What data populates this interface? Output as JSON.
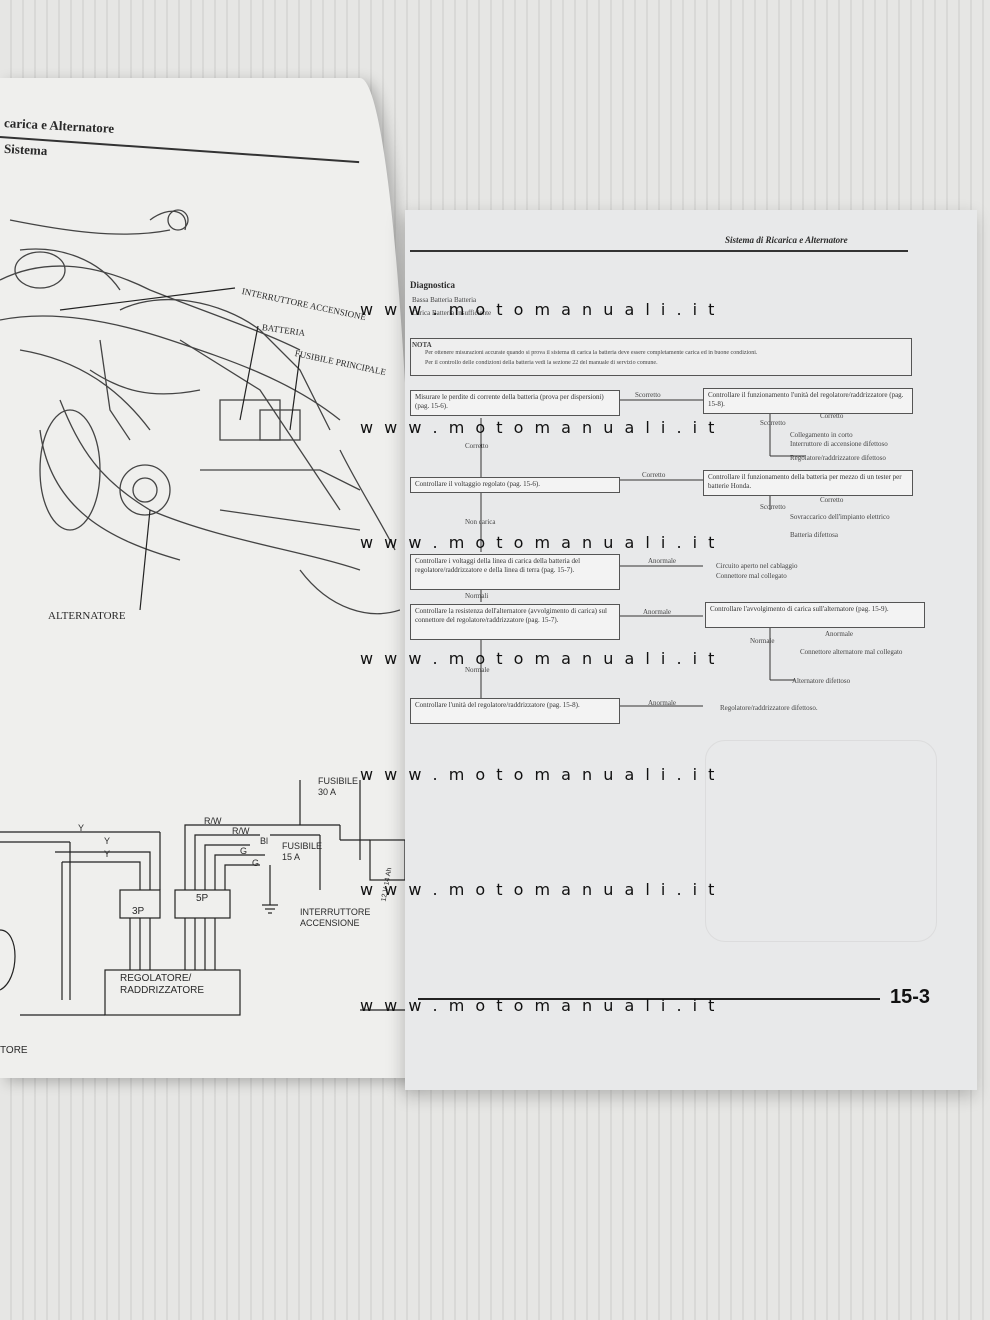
{
  "left_page": {
    "header_title": "carica e Alternatore",
    "section_title": "Sistema",
    "labels": {
      "ignition_switch": "INTERRUTTORE ACCENSIONE",
      "battery": "BATTERIA",
      "main_fuse": "FUSIBILE PRINCIPALE",
      "alternator": "ALTERNATORE"
    },
    "schematic": {
      "fuse30": "FUSIBILE",
      "fuse30_value": "30 A",
      "fuse15": "FUSIBILE",
      "fuse15_value": "15 A",
      "ignition_a": "INTERRUTTORE",
      "ignition_b": "ACCENSIONE",
      "regulator_a": "REGOLATORE/",
      "regulator_b": "RADDRIZZATORE",
      "conn3p": "3P",
      "conn5p": "5P",
      "wire_y": "Y",
      "wire_rw": "R/W",
      "wire_bl": "Bl",
      "wire_g": "G",
      "battery_spec": "12 V 14 Ah",
      "bottom_fragment": "TORE"
    }
  },
  "right_page": {
    "header_title": "Sistema di Ricarica e Alternatore",
    "section_title": "Diagnostica",
    "sub1": "Bassa Batteria Batteria",
    "sub2": "Carica Batteria Insufficiente",
    "note_label": "NOTA",
    "note_line1": "Per ottenere misurazioni accurate quando si prova il sistema di carica la batteria deve essere completamente carica ed in buone condizioni.",
    "note_line2": "Per il controllo delle condizioni della batteria vedi la sezione 22 del manuale di servizio comune.",
    "flow": {
      "box1": "Misurare le perdite di corrente della batteria (prova per dispersioni) (pag. 15-6).",
      "box1_out": "Scorretto",
      "box1_right": "Controllare il funzionamento l'unità del regolatore/raddrizzatore (pag. 15-8).",
      "box1_down": "Corretto",
      "r1_a": "Corretto",
      "r1_b": "Scorretto",
      "r1_c": "Collegamento in corto",
      "r1_d": "Interruttore di accensione difettoso",
      "r1_e": "Regolatore/raddrizzatore difettoso",
      "box2": "Controllare il voltaggio regolato (pag. 15-6).",
      "box2_out": "Corretto",
      "box2_right": "Controllare il funzionamento della batteria per mezzo di un tester per batterie Honda.",
      "r2_a": "Corretto",
      "r2_b": "Scorretto",
      "r2_c": "Sovraccarico dell'impianto elettrico",
      "r2_d": "Batteria difettosa",
      "box2_down": "Non carica",
      "box3": "Controllare i voltaggi della linea di carica della batteria del regolatore/raddrizzatore e della linea di terra (pag. 15-7).",
      "box3_out": "Anormale",
      "r3_a": "Circuito aperto nel cablaggio",
      "r3_b": "Connettore mal collegato",
      "box3_down": "Normali",
      "box4": "Controllare la resistenza dell'alternatore (avvolgimento di carica) sul connettore del regolatore/raddrizzatore (pag. 15-7).",
      "box4_out": "Anormale",
      "box4_right": "Controllare l'avvolgimento di carica sull'alternatore (pag. 15-9).",
      "r4_a": "Anormale",
      "r4_b": "Normale",
      "r4_c": "Connettore alternatore mal collegato",
      "r4_d": "Alternatore difettoso",
      "box4_down": "Normale",
      "box5": "Controllare l'unità del regolatore/raddrizzatore (pag. 15-8).",
      "box5_out": "Anormale",
      "r5": "Regolatore/raddrizzatore difettoso."
    },
    "page_number": "15-3"
  },
  "watermark": "w w w . m o t o m a n u a l i . i t"
}
